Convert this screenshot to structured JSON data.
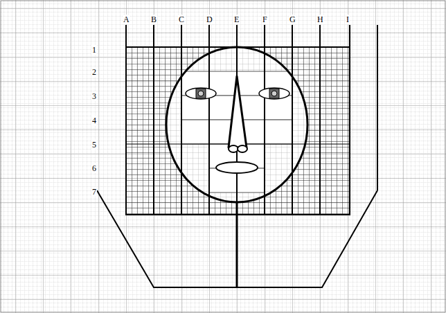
{
  "diagram": {
    "labels": [
      "A",
      "B",
      "C",
      "D",
      "E",
      "F",
      "G",
      "H",
      "I",
      "1",
      "2",
      "3",
      "4",
      "5",
      "6",
      "7"
    ]
  }
}
